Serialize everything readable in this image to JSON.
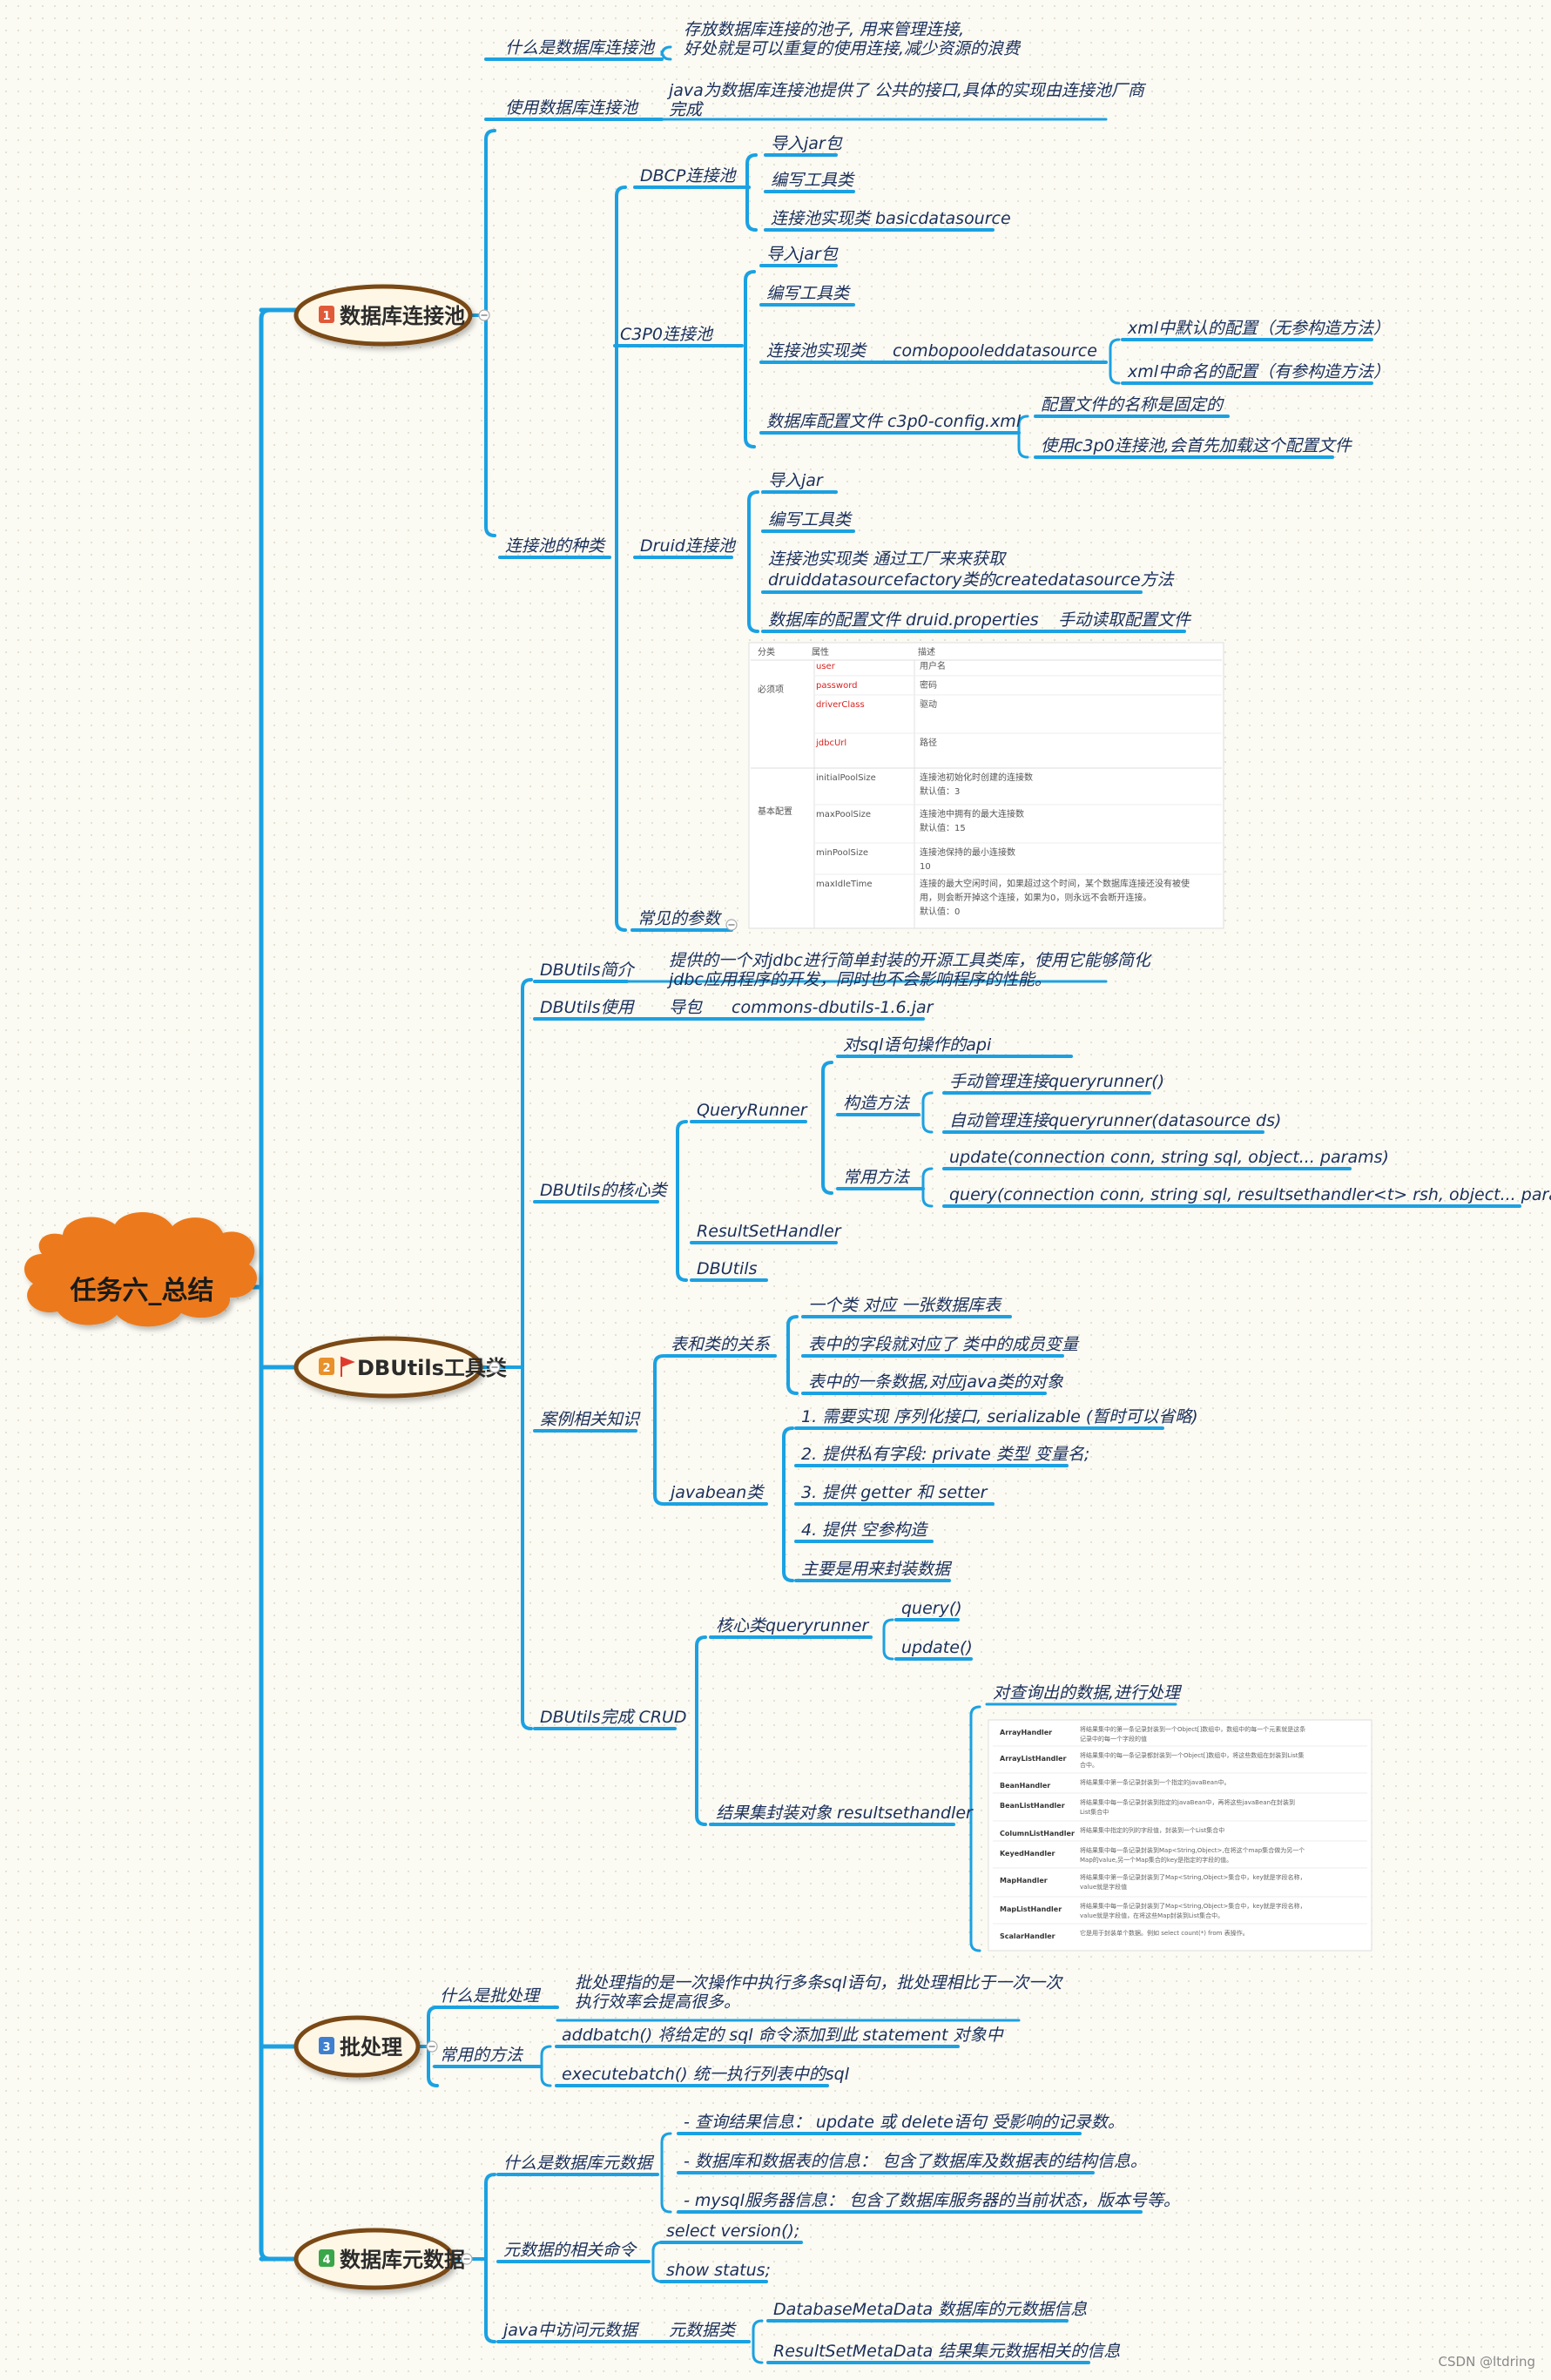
{
  "root": "任务六_总结",
  "colors": {
    "line": "#1ba1e2",
    "root_fill": "#ec7a1c",
    "node_border": "#7a4a12",
    "node_fill": "#fff7e6"
  },
  "sections": [
    {
      "number": "1",
      "number_color": "#e05a3a",
      "title": "数据库连接池",
      "children": [
        {
          "label": "什么是数据库连接池",
          "note": [
            "存放数据库连接的池子, 用来管理连接,",
            "好处就是可以重复的使用连接,减少资源的浪费"
          ]
        },
        {
          "label": "使用数据库连接池",
          "note": [
            "java为数据库连接池提供了 公共的接口,具体的实现由连接池厂商",
            "完成"
          ]
        },
        {
          "label": "连接池的种类",
          "children": [
            {
              "label": "DBCP连接池",
              "children": [
                "导入jar包",
                "编写工具类",
                "连接池实现类 basicdatasource"
              ]
            },
            {
              "label": "C3P0连接池",
              "children": [
                "导入jar包",
                "编写工具类",
                "连接池实现类",
                "combopooleddatasource",
                "xml中默认的配置（无参构造方法）",
                "xml中命名的配置（有参构造方法）",
                "数据库配置文件 c3p0-config.xml",
                "配置文件的名称是固定的",
                "使用c3p0连接池,会首先加载这个配置文件"
              ]
            },
            {
              "label": "Druid连接池",
              "children": [
                "导入jar",
                "编写工具类",
                "连接池实现类   通过工厂来来获取",
                "druiddatasourcefactory类的createdatasource方法",
                "数据库的配置文件 druid.properties",
                "手动读取配置文件"
              ]
            },
            {
              "label": "常见的参数",
              "table": {
                "headers": [
                  "分类",
                  "属性",
                  "描述"
                ],
                "groups": [
                  "必须项",
                  "基本配置"
                ],
                "rows": [
                  [
                    "user",
                    "用户名"
                  ],
                  [
                    "password",
                    "密码"
                  ],
                  [
                    "driverClass",
                    "驱动"
                  ],
                  [
                    "jdbcUrl",
                    "路径"
                  ],
                  [
                    "initialPoolSize",
                    "连接池初始化时创建的连接数",
                    "默认值：3"
                  ],
                  [
                    "maxPoolSize",
                    "连接池中拥有的最大连接数",
                    "默认值：15"
                  ],
                  [
                    "minPoolSize",
                    "连接池保持的最小连接数",
                    "10"
                  ],
                  [
                    "maxIdleTime",
                    "连接的最大空闲时间，如果超过这个时间，某个数据库连接还没有被使",
                    "用，则会断开掉这个连接，如果为0，则永远不会断开连接。",
                    "默认值：0"
                  ]
                ]
              }
            }
          ]
        }
      ]
    },
    {
      "number": "2",
      "number_color": "#e8902a",
      "title": "DBUtils工具类",
      "children": [
        {
          "label": "DBUtils简介",
          "note": [
            "提供的一个对jdbc进行简单封装的开源工具类库，使用它能够简化",
            "jdbc应用程序的开发，同时也不会影响程序的性能。"
          ]
        },
        {
          "label": "DBUtils使用",
          "children": [
            "导包",
            "commons-dbutils-1.6.jar"
          ]
        },
        {
          "label": "DBUtils的核心类",
          "children": [
            "QueryRunner",
            "对sql语句操作的api",
            "构造方法",
            "手动管理连接queryrunner()",
            "自动管理连接queryrunner(datasource ds)",
            "常用方法",
            "update(connection conn, string sql, object... params)",
            "query(connection conn, string sql, resultsethandler<t> rsh, object... params)",
            "ResultSetHandler",
            "DBUtils"
          ]
        },
        {
          "label": "案例相关知识",
          "children": [
            "表和类的关系",
            "一个类 对应 一张数据库表",
            "表中的字段就对应了 类中的成员变量",
            "表中的一条数据,对应java类的对象",
            "javabean类",
            "1. 需要实现 序列化接口, serializable (暂时可以省略)",
            "2. 提供私有字段: private 类型 变量名;",
            "3. 提供 getter  和 setter",
            "4. 提供 空参构造",
            "主要是用来封装数据"
          ]
        },
        {
          "label": "DBUtils完成 CRUD",
          "children": [
            "核心类queryrunner",
            "query()",
            "update()",
            "结果集封装对象 resultsethandler",
            "对查询出的数据,进行处理"
          ],
          "handlers": [
            [
              "ArrayHandler",
              "将结果集中的第一条记录封装到一个Object[]数组中，数组中的每一个元素就是这条",
              "记录中的每一个字段的值"
            ],
            [
              "ArrayListHandler",
              "将结果集中的每一条记录都封装到一个Object[]数组中，将这些数组在封装到List集",
              "合中。"
            ],
            [
              "BeanHandler",
              "将结果集中第一条记录封装到一个指定的javaBean中。"
            ],
            [
              "BeanListHandler",
              "将结果集中每一条记录封装到指定的javaBean中，再将这些javaBean在封装到",
              "List集合中"
            ],
            [
              "ColumnListHandler",
              "将结果集中指定的列的字段值，封装到一个List集合中"
            ],
            [
              "KeyedHandler",
              "将结果集中每一条记录封装到Map<String,Object>,在将这个map集合做为另一个",
              "Map的value,另一个Map集合的key是指定的字段的值。"
            ],
            [
              "MapHandler",
              "将结果集中第一条记录封装到了Map<String,Object>集合中，key就是字段名称，",
              "value就是字段值"
            ],
            [
              "MapListHandler",
              "将结果集中每一条记录封装到了Map<String,Object>集合中，key就是字段名称，",
              "value就是字段值，在将这些Map封装到List集合中。"
            ],
            [
              "ScalarHandler",
              "它是用于封装单个数据。例如 select count(*) from 表操作。"
            ]
          ]
        }
      ]
    },
    {
      "number": "3",
      "number_color": "#3f7fd0",
      "title": "批处理",
      "children": [
        {
          "label": "什么是批处理",
          "note": [
            "批处理指的是一次操作中执行多条sql语句，批处理相比于一次一次",
            "执行效率会提高很多。"
          ]
        },
        {
          "label": "常用的方法",
          "children": [
            "addbatch() 将给定的 sql 命令添加到此 statement 对象中",
            "executebatch() 统一执行列表中的sql"
          ]
        }
      ]
    },
    {
      "number": "4",
      "number_color": "#3aa64a",
      "title": "数据库元数据",
      "children": [
        {
          "label": "什么是数据库元数据",
          "children": [
            "- 查询结果信息：  update 或 delete语句 受影响的记录数。",
            "- 数据库和数据表的信息：  包含了数据库及数据表的结构信息。",
            "- mysql服务器信息：  包含了数据库服务器的当前状态，版本号等。"
          ]
        },
        {
          "label": "元数据的相关命令",
          "children": [
            "select version();",
            "show status;"
          ]
        },
        {
          "label": "java中访问元数据",
          "children": [
            "元数据类",
            "DatabaseMetaData  数据库的元数据信息",
            "ResultSetMetaData  结果集元数据相关的信息"
          ]
        }
      ]
    }
  ],
  "watermark": "CSDN @ltdring"
}
